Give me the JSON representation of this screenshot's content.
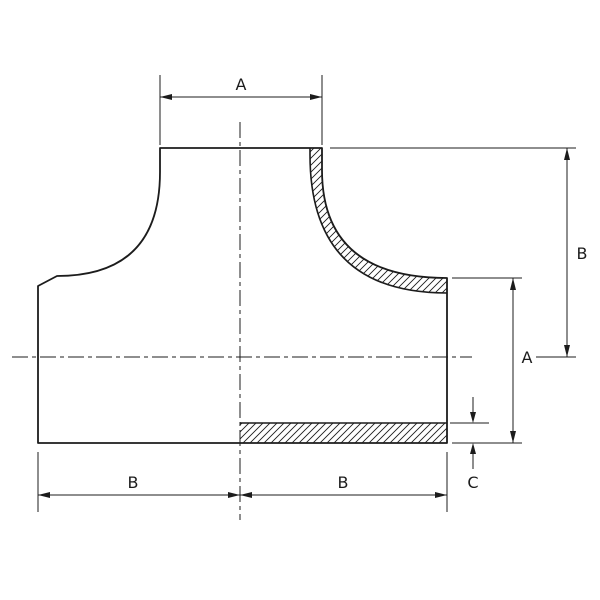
{
  "theme": {
    "line-color": "#1c1c1c",
    "bg-color": "#ffffff"
  },
  "drawing": {
    "labels": {
      "branch_od": "A",
      "center_to_branch_end": "B",
      "run_od": "A",
      "wall_thickness": "C",
      "center_to_run_end_left": "B",
      "center_to_run_end_right": "B"
    }
  }
}
